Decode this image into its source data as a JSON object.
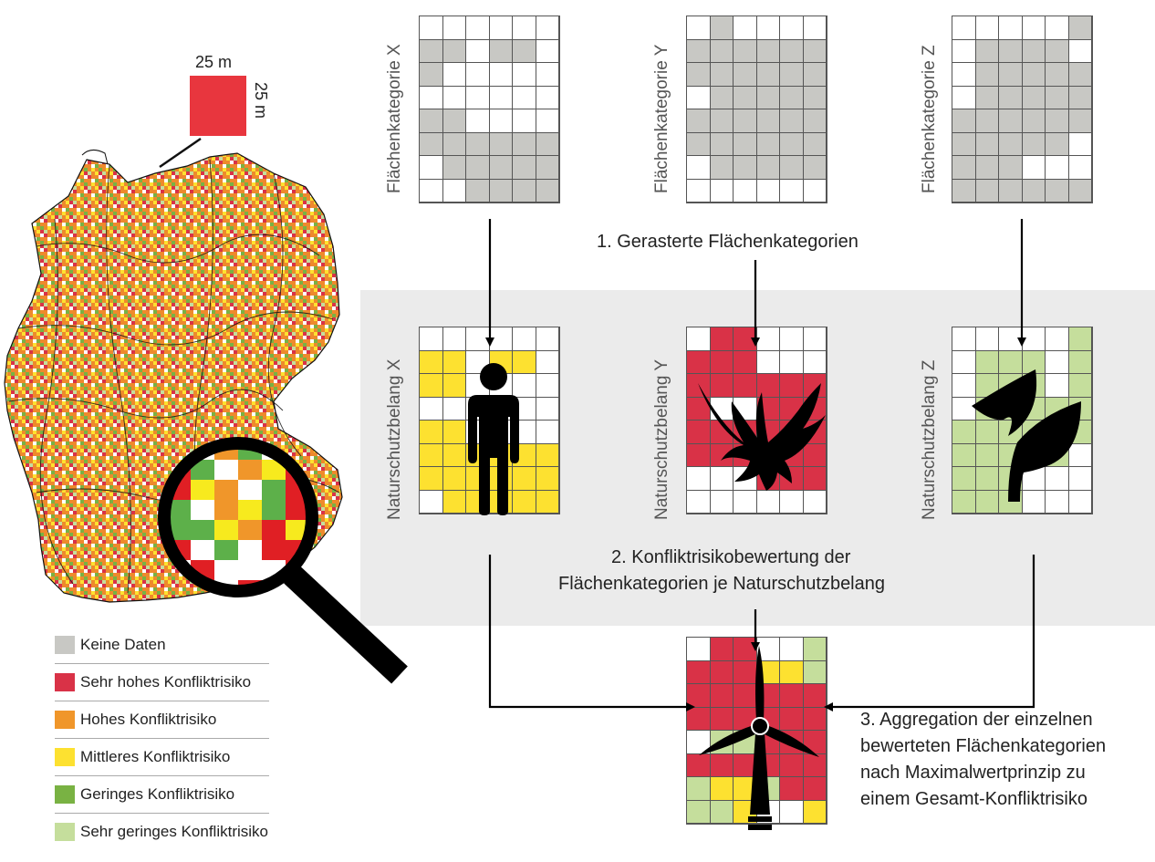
{
  "colors": {
    "no_data": "#c8c8c4",
    "very_high": "#d93247",
    "high": "#f0962a",
    "medium": "#fde130",
    "low": "#79b243",
    "very_low": "#c5de9c",
    "white": "#ffffff",
    "panel_background": "#ebebeb"
  },
  "scale_square": {
    "width_label": "25 m",
    "height_label": "25 m",
    "color": "#e8363e"
  },
  "categories": [
    {
      "label": "Flächenkategorie X",
      "pattern": [
        "000000",
        "110110",
        "100000",
        "000000",
        "110000",
        "111111",
        "011111",
        "001111"
      ]
    },
    {
      "label": "Flächenkategorie Y",
      "pattern": [
        "010000",
        "111111",
        "111111",
        "011111",
        "111111",
        "111111",
        "011111",
        "000000"
      ]
    },
    {
      "label": "Flächenkategorie Z",
      "pattern": [
        "000001",
        "011110",
        "011111",
        "011111",
        "111111",
        "111110",
        "111000",
        "111111"
      ]
    }
  ],
  "protection_concerns": [
    {
      "label": "Naturschutzbelang X",
      "icon": "person-icon",
      "cells": [
        "wwwwww",
        "mmwmmw",
        "mmwwww",
        "wwwwww",
        "mmwwww",
        "mmmmmm",
        "mmmmmm",
        "wmmmmm"
      ]
    },
    {
      "label": "Naturschutzbelang Y",
      "icon": "eagle-icon",
      "cells": [
        "wrrwww",
        "rrrwww",
        "rrrrrr",
        "rwwrrr",
        "rrrrrr",
        "rrrrrr",
        "wwwrrr",
        "wwwwww"
      ]
    },
    {
      "label": "Naturschutzbelang Z",
      "icon": "leaf-icon",
      "cells": [
        "wwwwwL",
        "wLLLwL",
        "wLLLwL",
        "wLLLLL",
        "LLLLLL",
        "LLLLLw",
        "LLLwww",
        "LLLwww"
      ]
    }
  ],
  "aggregate": {
    "icon": "wind-turbine-icon",
    "cells": [
      "wrrwwL",
      "rrrmmL",
      "rrrrrr",
      "rrrrrr",
      "wLLrrr",
      "rrrrrr",
      "LmmLrr",
      "LLmwwm"
    ]
  },
  "steps": {
    "step1": "1. Gerasterte Flächenkategorien",
    "step2_line1": "2. Konfliktrisikobewertung der",
    "step2_line2": "Flächenkategorien je Naturschutzbelang",
    "step3_lines": [
      "3. Aggregation der einzelnen",
      "bewerteten Flächenkategorien",
      "nach Maximalwertprinzip zu",
      "einem Gesamt-Konfliktrisiko"
    ]
  },
  "legend": [
    {
      "label": "Keine Daten",
      "color": "#c8c8c4"
    },
    {
      "label": "Sehr hohes Konfliktrisiko",
      "color": "#d93247"
    },
    {
      "label": "Hohes Konfliktrisiko",
      "color": "#f0962a"
    },
    {
      "label": "Mittleres Konfliktrisiko",
      "color": "#fde130"
    },
    {
      "label": "Geringes Konfliktrisiko",
      "color": "#79b243"
    },
    {
      "label": "Sehr geringes Konfliktrisiko",
      "color": "#c5de9c"
    }
  ],
  "magnifier_cells": [
    "wwLLww",
    "rLwwmr",
    "rmrwLr",
    "LwrmLr",
    "LLmmrm",
    "rwLwrr",
    "wrwwwr",
    "wwwrrw"
  ]
}
